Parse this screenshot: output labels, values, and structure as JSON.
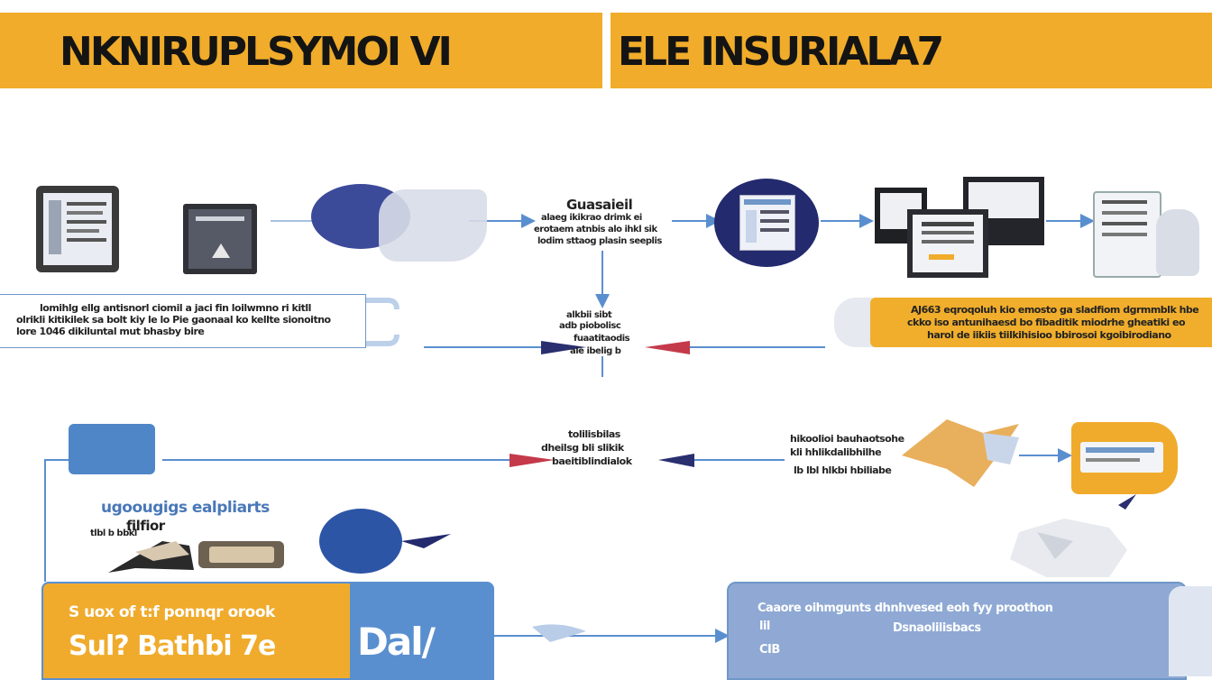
{
  "banner": {
    "left_text": "NKNIRUPLSYMOI VI",
    "right_text": "ELE INSURIALA7"
  },
  "center_top_text": {
    "title": "Guasaieil",
    "lines": [
      "alaeg ikikrao drimk ei",
      "erotaem atnbis alo ihkl sik",
      "lodim sttaog plasin seeplis"
    ]
  },
  "left_panel": {
    "lines": [
      "lomihlg ellg antisnorl ciomil a jaci fin loilwmno ri kitll",
      "olrikli kitikilek sa bolt kiy le lo Pie gaonaal ko kellte sionoitno",
      "lore 1046 dikiluntal mut bhasby bire"
    ]
  },
  "right_panel": {
    "lines": [
      "AJ663 eqroqoluh kio emosto ga sladfiom dgrmmblk hbe",
      "ckko iso antunihaesd bo fibaditik miodrhe gheatiki eo",
      "harol de iikiis tiilkihisioo bbirosoi kgoibirodiano"
    ]
  },
  "center_mid_text": {
    "lines": [
      "alkbii sibt",
      "adb piobolisc",
      "fuaatitaodis",
      "ale ibelig b"
    ]
  },
  "center_lower_text": {
    "lines": [
      "tolilisbilas",
      "dheilsg bli slikik",
      "baeitiblindialok"
    ]
  },
  "right_lower_text": {
    "lines": [
      "hikoolioi bauhaotsohe",
      "kli hhlikdalibhilhe",
      "lb lbl hlkbi hbiliabe"
    ]
  },
  "mid_left_text": {
    "title": "ugoougigs ealpliarts",
    "sub": "filfior",
    "sub2": "tlbl b bbkl"
  },
  "bottom_left_box": {
    "line1": "S uox of t:f ponnqr orook",
    "line2": "Sul? Bathbi 7e",
    "side": "Dal/"
  },
  "bottom_right_box": {
    "line1": "Caaore oihmgunts dhnhvesed eoh fyy proothon",
    "line2": "lil",
    "line3": "Dsnaolilisbacs",
    "line4": "CIB"
  },
  "colors": {
    "accent_orange": "#f0ac2a",
    "accent_blue": "#4f86c8",
    "navy": "#232a6e",
    "line_blue": "#6f97c8"
  }
}
